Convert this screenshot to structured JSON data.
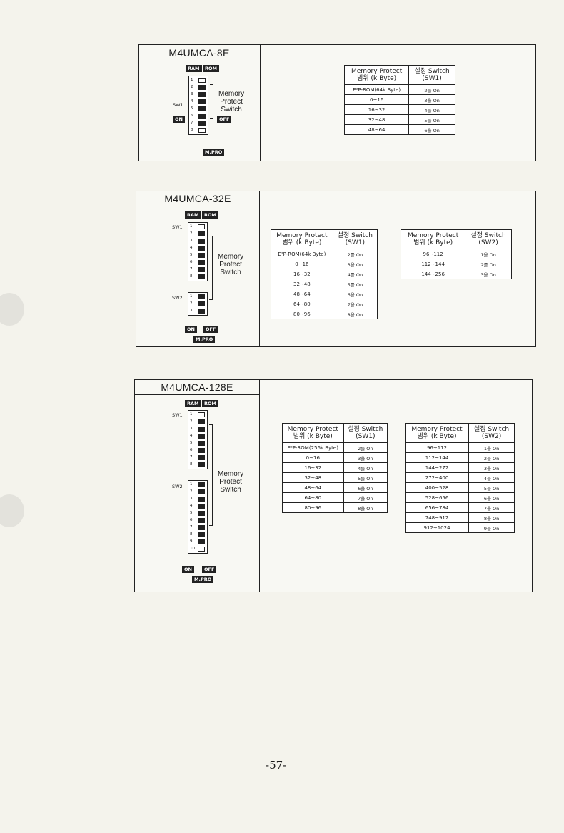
{
  "page_number": "-57-",
  "panels": [
    {
      "title": "M4UMCA-8E",
      "ram": "RAM",
      "rom": "ROM",
      "sw1": "SW1",
      "on": "ON",
      "off": "OFF",
      "mpro": "M.PRO",
      "mp_label": [
        "Memory",
        "Protect",
        "Switch"
      ],
      "tables": [
        {
          "h1": [
            "Memory Protect",
            "범위 (k Byte)"
          ],
          "h2": [
            "설정 Switch",
            "(SW1)"
          ],
          "rows": [
            [
              "E²P-ROM(64k Byte)",
              "2를 On"
            ],
            [
              "0~16",
              "3을 On"
            ],
            [
              "16~32",
              "4를 On"
            ],
            [
              "32~48",
              "5를 On"
            ],
            [
              "48~64",
              "6을 On"
            ]
          ]
        }
      ]
    },
    {
      "title": "M4UMCA-32E",
      "ram": "RAM",
      "rom": "ROM",
      "sw1": "SW1",
      "sw2": "SW2",
      "on": "ON",
      "off": "OFF",
      "mpro": "M.PRO",
      "mp_label": [
        "Memory",
        "Protect",
        "Switch"
      ],
      "tables": [
        {
          "h1": [
            "Memory Protect",
            "범위 (k Byte)"
          ],
          "h2": [
            "설정 Switch",
            "(SW1)"
          ],
          "rows": [
            [
              "E²P-ROM(64k Byte)",
              "2를 On"
            ],
            [
              "0~16",
              "3을 On"
            ],
            [
              "16~32",
              "4를 On"
            ],
            [
              "32~48",
              "5를 On"
            ],
            [
              "48~64",
              "6을 On"
            ],
            [
              "64~80",
              "7을 On"
            ],
            [
              "80~96",
              "8을 On"
            ]
          ]
        },
        {
          "h1": [
            "Memory Protect",
            "범위 (k Byte)"
          ],
          "h2": [
            "설정 Switch",
            "(SW2)"
          ],
          "rows": [
            [
              "96~112",
              "1을 On"
            ],
            [
              "112~144",
              "2를 On"
            ],
            [
              "144~256",
              "3을 On"
            ]
          ]
        }
      ]
    },
    {
      "title": "M4UMCA-128E",
      "ram": "RAM",
      "rom": "ROM",
      "sw1": "SW1",
      "sw2": "SW2",
      "on": "ON",
      "off": "OFF",
      "mpro": "M.PRO",
      "mp_label": [
        "Memory",
        "Protect",
        "Switch"
      ],
      "tables": [
        {
          "h1": [
            "Memory Protect",
            "범위 (k Byte)"
          ],
          "h2": [
            "설정 Switch",
            "(SW1)"
          ],
          "rows": [
            [
              "E²P-ROM(256k Byte)",
              "2를 On"
            ],
            [
              "0~16",
              "3을 On"
            ],
            [
              "16~32",
              "4를 On"
            ],
            [
              "32~48",
              "5를 On"
            ],
            [
              "48~64",
              "6을 On"
            ],
            [
              "64~80",
              "7을 On"
            ],
            [
              "80~96",
              "8을 On"
            ]
          ]
        },
        {
          "h1": [
            "Memory Protect",
            "범위 (k Byte)"
          ],
          "h2": [
            "설정 Switch",
            "(SW2)"
          ],
          "rows": [
            [
              "96~112",
              "1을 On"
            ],
            [
              "112~144",
              "2를 On"
            ],
            [
              "144~272",
              "3을 On"
            ],
            [
              "272~400",
              "4를 On"
            ],
            [
              "400~528",
              "5를 On"
            ],
            [
              "528~656",
              "6을 On"
            ],
            [
              "656~784",
              "7을 On"
            ],
            [
              "748~912",
              "8을 On"
            ],
            [
              "912~1024",
              "9를 On"
            ]
          ]
        }
      ]
    }
  ]
}
